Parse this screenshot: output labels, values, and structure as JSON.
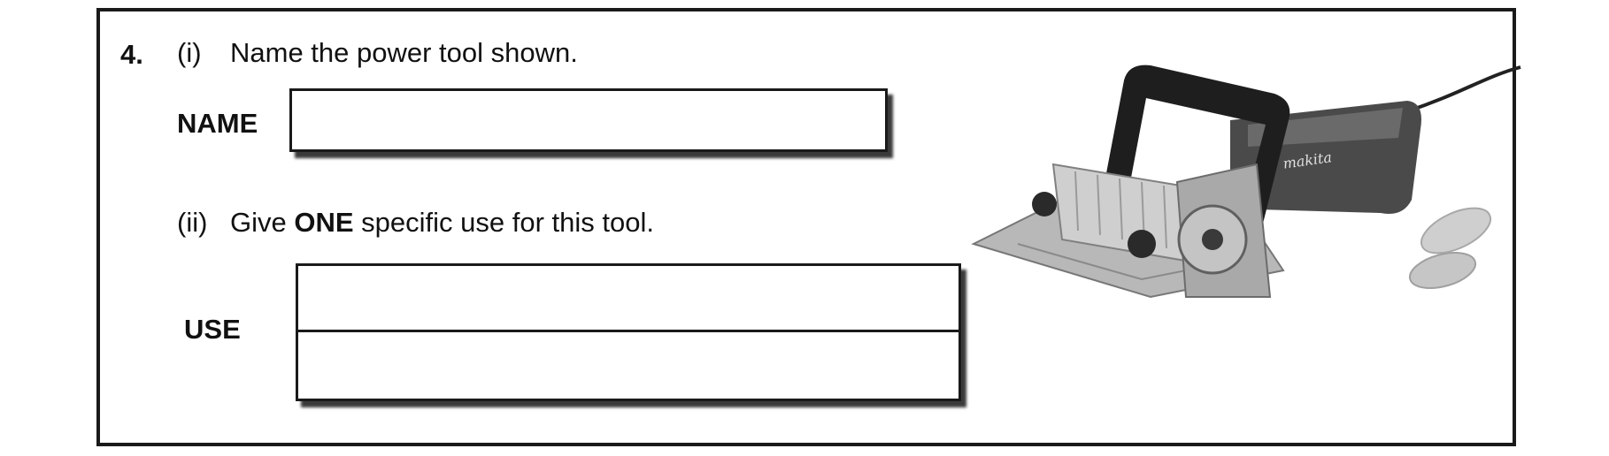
{
  "question": {
    "number": "4.",
    "part1": {
      "roman": "(i)",
      "text": "Name the power tool shown."
    },
    "part2": {
      "roman": "(ii)",
      "text_before": "Give ",
      "emphasis": "ONE",
      "text_after": " specific use for this tool."
    },
    "name_label": "NAME",
    "use_label": "USE"
  },
  "image": {
    "subject": "biscuit joiner power tool with biscuits",
    "brand_text": "makita"
  }
}
